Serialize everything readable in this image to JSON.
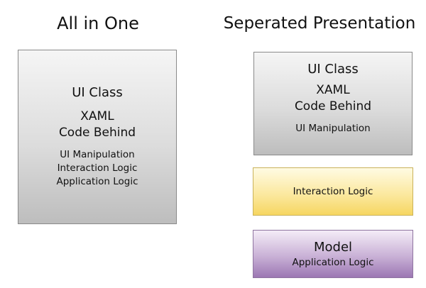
{
  "headings": {
    "left": "All in One",
    "right": "Seperated Presentation"
  },
  "all_in_one": {
    "class_label": "UI Class",
    "tech_lines": [
      "XAML",
      "Code Behind"
    ],
    "logic_lines": [
      "UI Manipulation",
      "Interaction Logic",
      "Application Logic"
    ]
  },
  "separated": {
    "ui_box": {
      "class_label": "UI Class",
      "tech_lines": [
        "XAML",
        "Code Behind"
      ],
      "logic_line": "UI Manipulation"
    },
    "interaction_box": {
      "label": "Interaction Logic"
    },
    "model_box": {
      "title": "Model",
      "label": "Application Logic"
    }
  },
  "colors": {
    "gray_box": "#d3d3d3",
    "yellow_box": "#fbe79a",
    "purple_box": "#b497c7"
  }
}
